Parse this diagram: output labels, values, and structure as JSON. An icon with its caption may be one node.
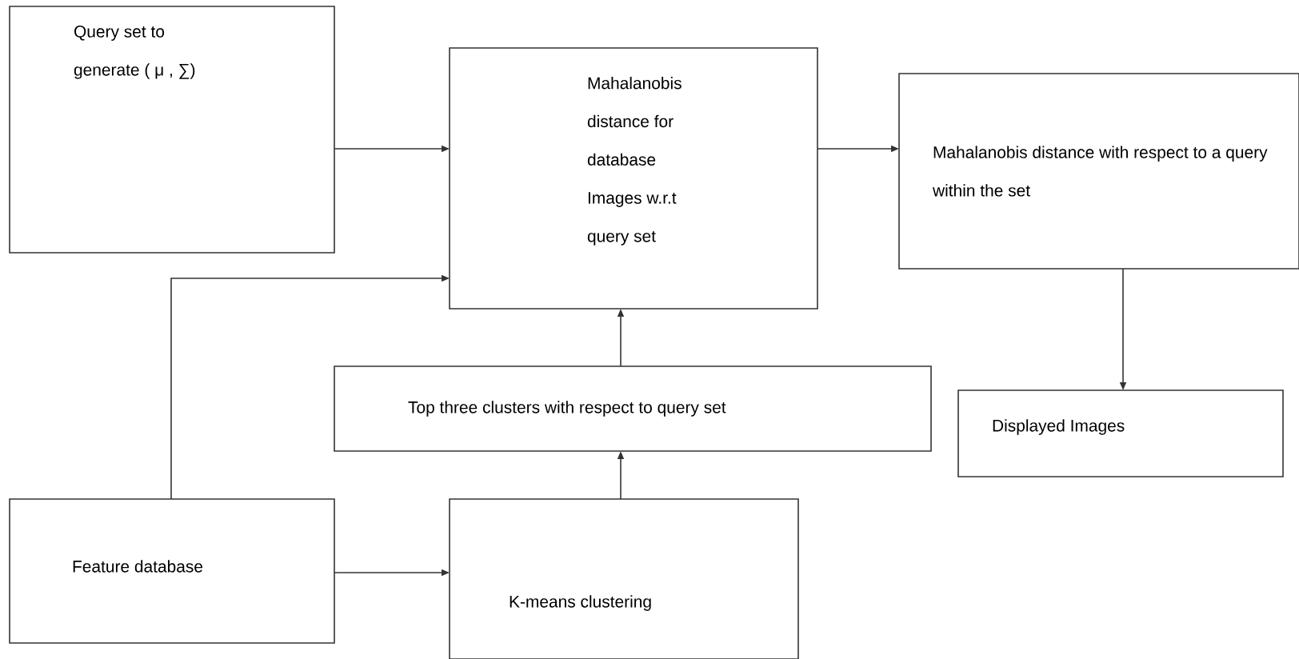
{
  "diagram": {
    "nodes": [
      {
        "text": [
          "Query set to generate ( μ , ∑)"
        ]
      },
      {
        "text": [
          "Mahalanobis distance for database Images w.r.t query set"
        ]
      },
      {
        "text": [
          "Mahalanobis distance with respect to a query within the set"
        ]
      },
      {
        "text": [
          "Top three clusters with respect to query set"
        ]
      },
      {
        "text": [
          "Displayed Images"
        ]
      },
      {
        "text": [
          "Feature database"
        ]
      },
      {
        "text": [
          "K-means clustering"
        ]
      }
    ],
    "edges": [
      {
        "from": 0,
        "to": 1,
        "arrow": "to"
      },
      {
        "from": 5,
        "to": 1,
        "arrow": "to"
      },
      {
        "from": 1,
        "to": 2,
        "arrow": "to"
      },
      {
        "from": 2,
        "to": 4,
        "arrow": "to"
      },
      {
        "from": 3,
        "to": 1,
        "arrow": "to"
      },
      {
        "from": 6,
        "to": 3,
        "arrow": "to"
      },
      {
        "from": 5,
        "to": 6,
        "arrow": "to"
      }
    ]
  }
}
